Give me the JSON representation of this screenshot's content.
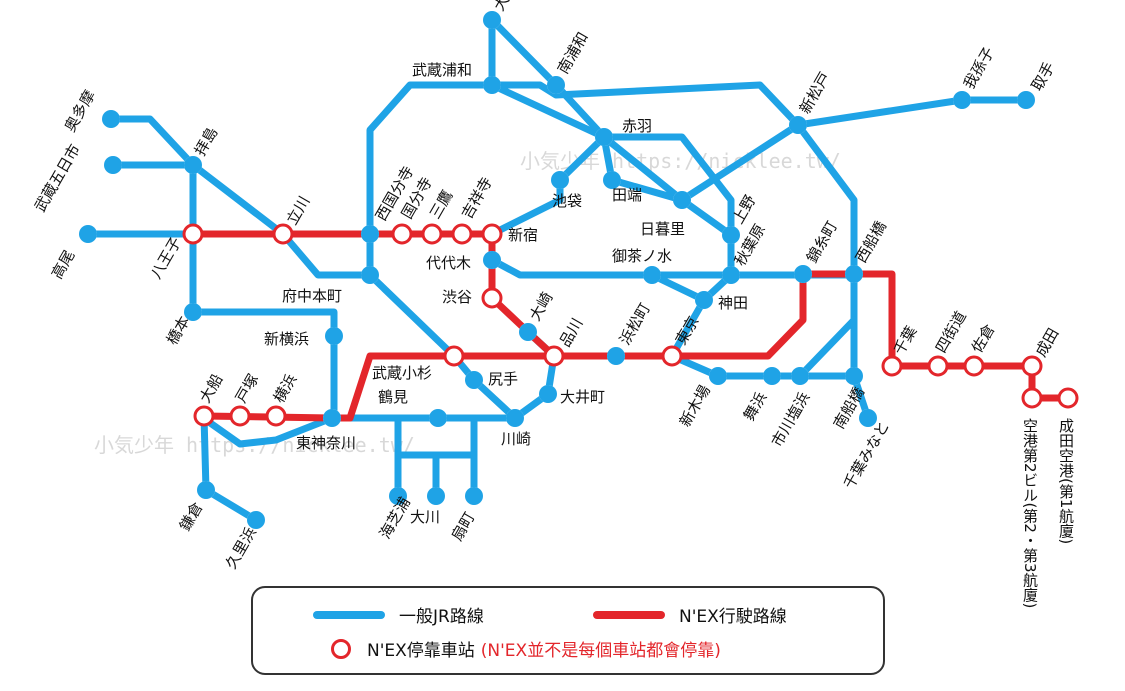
{
  "colors": {
    "jr": "#1fa3e6",
    "nex": "#e3262b",
    "text": "#111111",
    "watermark": "#d8d8d8"
  },
  "watermark": [
    "小気少年 https://nicklee.tw/",
    "小気少年 https://nicklee.tw/"
  ],
  "legend": {
    "jr_label": "一般JR路線",
    "nex_label": "N'EX行駛路線",
    "stop_label": "N'EX停靠車站",
    "stop_note": "(N'EX並不是每個車站都會停靠)"
  },
  "stations": [
    {
      "name": "大宮",
      "nex": false
    },
    {
      "name": "南浦和",
      "nex": false
    },
    {
      "name": "武蔵浦和",
      "nex": false
    },
    {
      "name": "赤羽",
      "nex": false
    },
    {
      "name": "池袋",
      "nex": false
    },
    {
      "name": "田端",
      "nex": false
    },
    {
      "name": "日暮里",
      "nex": false
    },
    {
      "name": "上野",
      "nex": false
    },
    {
      "name": "秋葉原",
      "nex": false
    },
    {
      "name": "御茶ノ水",
      "nex": false
    },
    {
      "name": "神田",
      "nex": false
    },
    {
      "name": "東京",
      "nex": true
    },
    {
      "name": "新宿",
      "nex": true
    },
    {
      "name": "代代木",
      "nex": false
    },
    {
      "name": "渋谷",
      "nex": true
    },
    {
      "name": "大崎",
      "nex": false
    },
    {
      "name": "品川",
      "nex": true
    },
    {
      "name": "浜松町",
      "nex": false
    },
    {
      "name": "大井町",
      "nex": false
    },
    {
      "name": "武蔵小杉",
      "nex": true
    },
    {
      "name": "鶴見",
      "nex": false
    },
    {
      "name": "尻手",
      "nex": false
    },
    {
      "name": "川崎",
      "nex": false
    },
    {
      "name": "海芝浦",
      "nex": false
    },
    {
      "name": "大川",
      "nex": false
    },
    {
      "name": "扇町",
      "nex": false
    },
    {
      "name": "東神奈川",
      "nex": false
    },
    {
      "name": "横浜",
      "nex": true
    },
    {
      "name": "戸塚",
      "nex": true
    },
    {
      "name": "大船",
      "nex": true
    },
    {
      "name": "鎌倉",
      "nex": false
    },
    {
      "name": "久里浜",
      "nex": false
    },
    {
      "name": "新横浜",
      "nex": false
    },
    {
      "name": "橋本",
      "nex": false
    },
    {
      "name": "八王子",
      "nex": true
    },
    {
      "name": "高尾",
      "nex": false
    },
    {
      "name": "武蔵五日市",
      "nex": false
    },
    {
      "name": "奥多摩",
      "nex": false
    },
    {
      "name": "拝島",
      "nex": false
    },
    {
      "name": "立川",
      "nex": true
    },
    {
      "name": "府中本町",
      "nex": false
    },
    {
      "name": "西国分寺",
      "nex": false
    },
    {
      "name": "国分寺",
      "nex": true
    },
    {
      "name": "三鷹",
      "nex": true
    },
    {
      "name": "吉祥寺",
      "nex": true
    },
    {
      "name": "新松戸",
      "nex": false
    },
    {
      "name": "我孫子",
      "nex": false
    },
    {
      "name": "取手",
      "nex": false
    },
    {
      "name": "錦糸町",
      "nex": false
    },
    {
      "name": "西船橋",
      "nex": false
    },
    {
      "name": "千葉",
      "nex": true
    },
    {
      "name": "四街道",
      "nex": true
    },
    {
      "name": "佐倉",
      "nex": true
    },
    {
      "name": "成田",
      "nex": true
    },
    {
      "name": "成田空港(第1航廈)",
      "nex": true
    },
    {
      "name": "空港第2ビル(第2・第3航廈)",
      "nex": true
    },
    {
      "name": "新木場",
      "nex": false
    },
    {
      "name": "舞浜",
      "nex": false
    },
    {
      "name": "市川塩浜",
      "nex": false
    },
    {
      "name": "南船橋",
      "nex": false
    },
    {
      "name": "千葉みなと",
      "nex": false
    }
  ]
}
